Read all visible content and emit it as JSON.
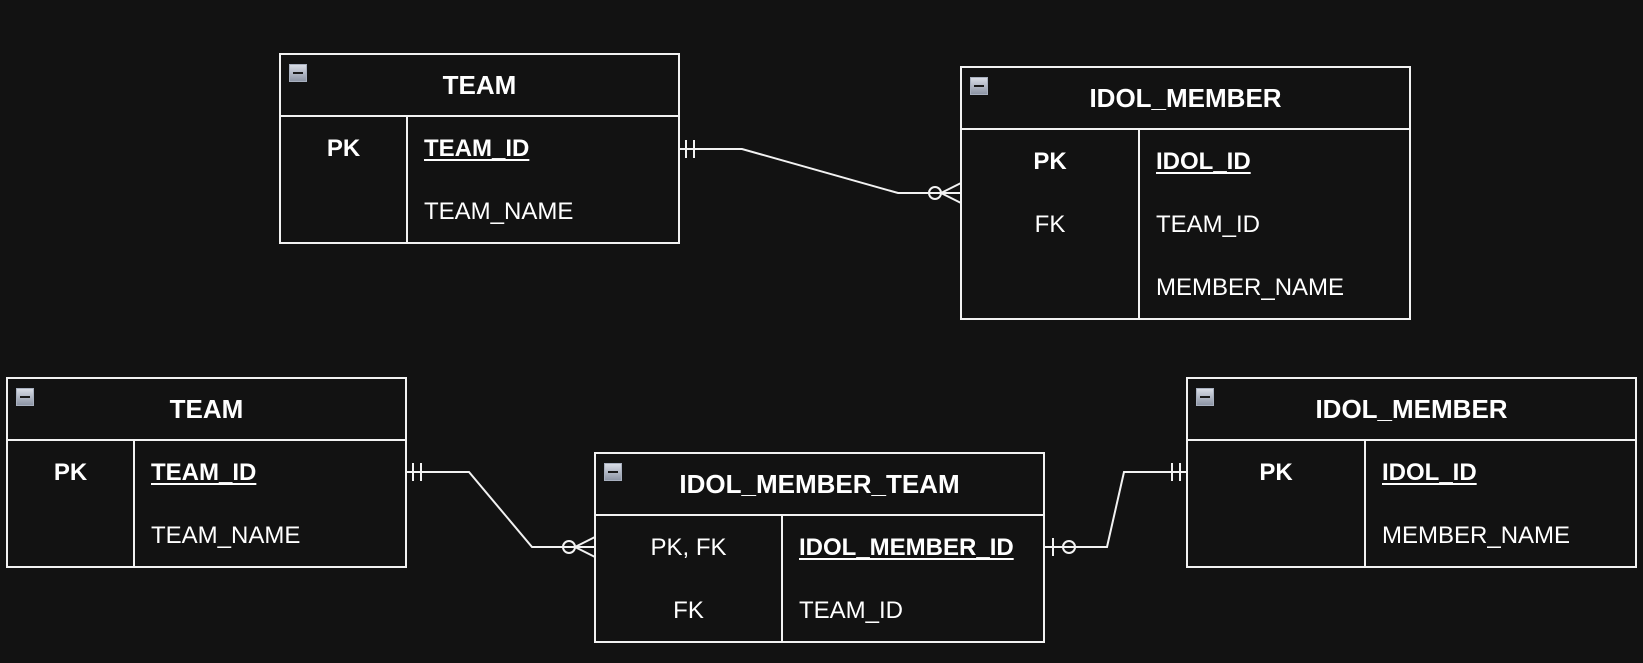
{
  "top_diagram": {
    "team": {
      "title": "TEAM",
      "rows": [
        {
          "key": "PK",
          "attr": "TEAM_ID"
        },
        {
          "key": "",
          "attr": "TEAM_NAME"
        }
      ]
    },
    "idol_member": {
      "title": "IDOL_MEMBER",
      "rows": [
        {
          "key": "PK",
          "attr": "IDOL_ID"
        },
        {
          "key": "FK",
          "attr": "TEAM_ID"
        },
        {
          "key": "",
          "attr": "MEMBER_NAME"
        }
      ]
    },
    "relationship": {
      "from": "TEAM",
      "to": "IDOL_MEMBER",
      "from_cardinality": "exactly-one",
      "to_cardinality": "zero-or-many"
    }
  },
  "bottom_diagram": {
    "team": {
      "title": "TEAM",
      "rows": [
        {
          "key": "PK",
          "attr": "TEAM_ID"
        },
        {
          "key": "",
          "attr": "TEAM_NAME"
        }
      ]
    },
    "idol_member_team": {
      "title": "IDOL_MEMBER_TEAM",
      "rows": [
        {
          "key": "PK, FK",
          "attr": "IDOL_MEMBER_ID"
        },
        {
          "key": "FK",
          "attr": "TEAM_ID"
        }
      ]
    },
    "idol_member": {
      "title": "IDOL_MEMBER",
      "rows": [
        {
          "key": "PK",
          "attr": "IDOL_ID"
        },
        {
          "key": "",
          "attr": "MEMBER_NAME"
        }
      ]
    },
    "relationships": [
      {
        "from": "TEAM",
        "to": "IDOL_MEMBER_TEAM",
        "from_cardinality": "exactly-one",
        "to_cardinality": "zero-or-many"
      },
      {
        "from": "IDOL_MEMBER",
        "to": "IDOL_MEMBER_TEAM",
        "from_cardinality": "exactly-one",
        "to_cardinality": "zero-or-one"
      }
    ]
  },
  "colors": {
    "background": "#121212",
    "stroke": "#f2f2f2",
    "text": "#ffffff"
  }
}
